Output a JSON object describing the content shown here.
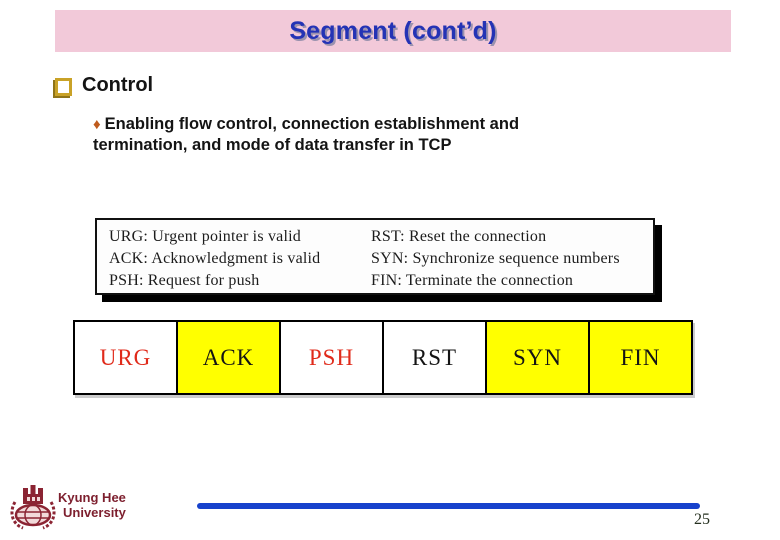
{
  "slide": {
    "title": "Segment (cont’d)",
    "page_number": "25"
  },
  "content": {
    "heading": "Control",
    "bullet": {
      "diamond_glyph": "♦",
      "line1": "Enabling flow control, connection establishment and",
      "line2": "termination, and mode of data transfer in TCP"
    }
  },
  "flag_descriptions": {
    "left_column": [
      "URG: Urgent pointer is valid",
      "ACK: Acknowledgment is valid",
      "PSH: Request for push"
    ],
    "right_column": [
      "RST: Reset the connection",
      "SYN: Synchronize sequence numbers",
      "FIN: Terminate the connection"
    ]
  },
  "flags": {
    "cells": [
      {
        "label": "URG",
        "bg": "#FFFFFF",
        "fg": "#E02A1A"
      },
      {
        "label": "ACK",
        "bg": "#FFFF00",
        "fg": "#141414"
      },
      {
        "label": "PSH",
        "bg": "#FFFFFF",
        "fg": "#E02A1A"
      },
      {
        "label": "RST",
        "bg": "#FFFFFF",
        "fg": "#141414"
      },
      {
        "label": "SYN",
        "bg": "#FFFF00",
        "fg": "#141414"
      },
      {
        "label": "FIN",
        "bg": "#FFFF00",
        "fg": "#141414"
      }
    ]
  },
  "footer": {
    "institution_line1": "Kyung Hee",
    "institution_line2": "University"
  },
  "theme": {
    "header_bg": "#F2C9D9",
    "title_color": "#2433B5",
    "maroon": "#7D1F2E",
    "accent_blue": "#1742CC"
  }
}
